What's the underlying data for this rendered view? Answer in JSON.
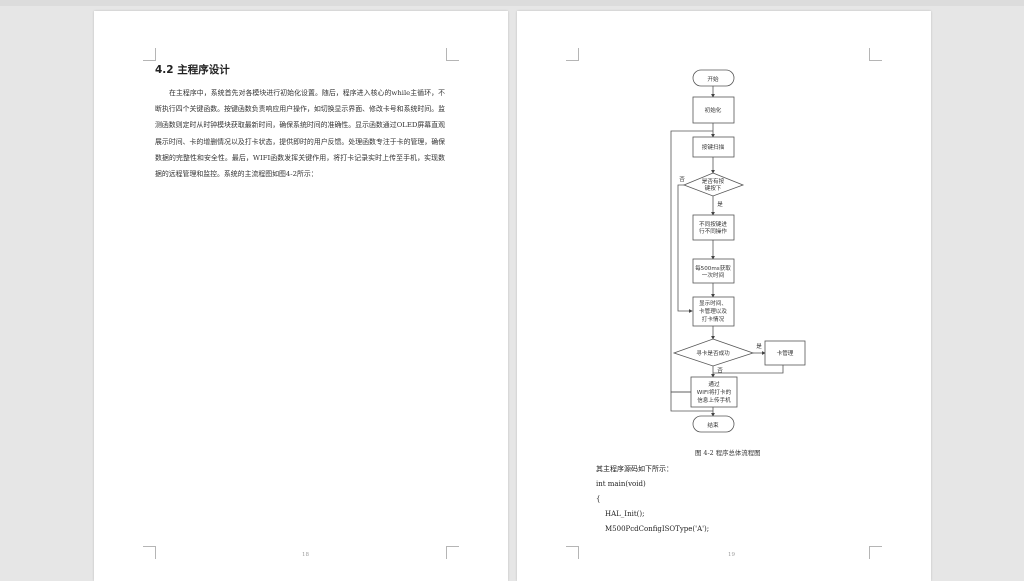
{
  "page1": {
    "heading": "4.2 主程序设计",
    "paragraph": "在主程序中，系统首先对各模块进行初始化设置。随后，程序进入核心的while主循环，不断执行四个关键函数。按键函数负责响应用户操作，如切换显示界面、修改卡号和系统时间。监测函数则定时从时钟模块获取最新时间，确保系统时间的准确性。显示函数通过OLED屏幕直观展示时间、卡的增删情况以及打卡状态，提供即时的用户反馈。处理函数专注于卡的管理，确保数据的完整性和安全性。最后，WIFI函数发挥关键作用，将打卡记录实时上传至手机，实现数据的远程管理和监控。系统的主流程图如图4-2所示：",
    "page_number": "18"
  },
  "page2": {
    "flowchart": {
      "start": "开始",
      "init": "初始化",
      "scan": "按键扫描",
      "decision_key": [
        "是否有按",
        "键按下"
      ],
      "yes": "是",
      "no": "否",
      "op": [
        "不同按键进",
        "行不同操作"
      ],
      "time": [
        "每500ms获取",
        "一次时间"
      ],
      "display": [
        "显示时间、",
        "卡管理以及",
        "打卡情况"
      ],
      "decision_card": "寻卡是否成功",
      "card_mgmt": "卡管理",
      "upload": [
        "通过",
        "WIFI将打卡的",
        "信息上传手机"
      ],
      "end": "结束"
    },
    "figure_caption": "图 4-2   程序总体流程图",
    "code_intro": "其主程序源码如下所示：",
    "code_lines": [
      "int main(void)",
      "{",
      "HAL_Init();",
      "M500PcdConfigISOType('A');"
    ],
    "page_number": "19"
  }
}
